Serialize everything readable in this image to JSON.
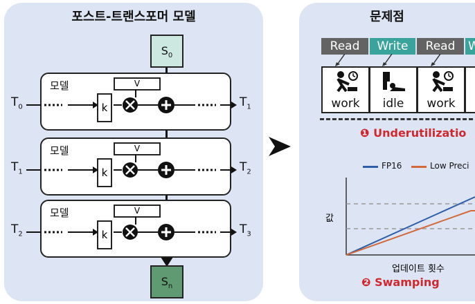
{
  "left_panel": {
    "title": "포스트-트랜스포머 모델",
    "state_in": "S",
    "state_in_sub": "0",
    "state_out": "S",
    "state_out_sub": "n",
    "blocks": [
      {
        "label": "모델",
        "v": "V",
        "k": "k",
        "input": "T",
        "input_sub": "0",
        "output": "T",
        "output_sub": "1"
      },
      {
        "label": "모델",
        "v": "V",
        "k": "k",
        "input": "T",
        "input_sub": "1",
        "output": "T",
        "output_sub": "2"
      },
      {
        "label": "모델",
        "v": "V",
        "k": "k",
        "input": "T",
        "input_sub": "2",
        "output": "T",
        "output_sub": "3"
      }
    ]
  },
  "right_panel": {
    "title": "문제점",
    "rw_labels": [
      "Read",
      "Write",
      "Read",
      "W"
    ],
    "cells": [
      "work",
      "idle",
      "work"
    ],
    "issue1": "❶ Underutilizatio",
    "legend_fp16": "FP16",
    "legend_low": "Low Preci",
    "y_axis_label": "값",
    "x_axis_label": "업데이트 횟수",
    "issue2": "❷ Swamping"
  },
  "colors": {
    "panel_bg": "#dde4f3",
    "read_bg": "#636363",
    "write_bg": "#3aa39c",
    "s0_bg": "#cde8e0",
    "sn_bg": "#5f9a72",
    "fp16_line": "#2e5ea8",
    "low_line": "#d2693a",
    "issue_red": "#d0282e"
  }
}
